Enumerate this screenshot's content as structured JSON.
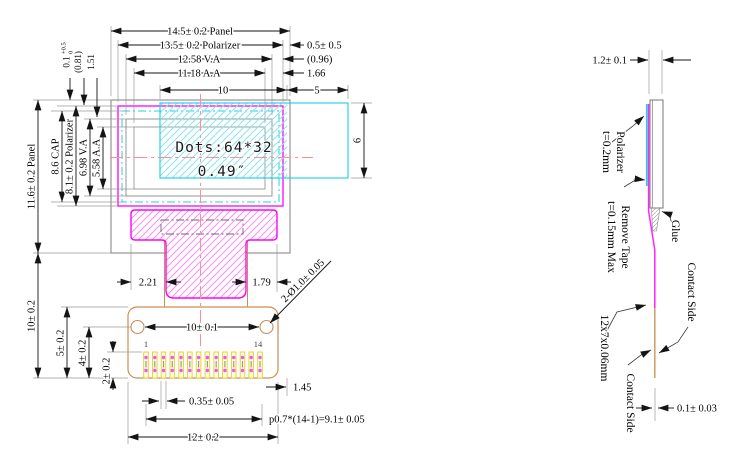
{
  "front_view": {
    "display": {
      "dots": "Dots:64*32",
      "size": "0.49″"
    },
    "top_dims": {
      "panel": "14.5± 0.2 Panel",
      "polarizer": "13.5± 0.2 Polarizer",
      "va": "12.58 V.A",
      "aa": "11.18 A.A",
      "tape_inner": "10",
      "tape_outer": "5"
    },
    "right_dims": {
      "gap1": "0.5± 0.5",
      "gap2": "(0.96)",
      "gap3": "1.66",
      "tape_height": "6"
    },
    "left_dims": {
      "panel": "11.6± 0.2 Panel",
      "cap": "8.6 CAP",
      "polarizer": "8.1± 0.2 Polarizer",
      "va": "6.98 V.A",
      "aa": "5.58 A.A",
      "tol_main": "0.1",
      "tol_sup": "+0.5",
      "tol_sub": "0",
      "ref1": "(0.81)",
      "ref2": "1.51"
    },
    "lower_left_dims": {
      "d1": "10± 0.2",
      "d2": "5± 0.2",
      "d3": "4± 0.2",
      "d4": "2± 0.2"
    },
    "fpc_dims": {
      "neck_left": "2.21",
      "neck_right": "1.79",
      "hole_span": "10± 0.1",
      "hole_note": "2-Ø1.0± 0.05",
      "pin_margin": "1.45",
      "pin_width": "0.35± 0.05",
      "pin_pitch": "p0.7*(14-1)=9.1± 0.05",
      "fpc_width": "12± 0.2"
    },
    "pins": {
      "first": "1",
      "last": "14"
    }
  },
  "side_view": {
    "thickness": "1.2± 0.1",
    "polarizer_l1": "Polarizer",
    "polarizer_l2": "t=0.2mm",
    "tape_l1": "Remove Tape",
    "tape_l2": "t=0.15mm Max",
    "glue": "Glue",
    "contact_top": "Contact Side",
    "fpc_size": "12x7x0.06mm",
    "contact_bottom": "Contact Side",
    "fpc_thickness": "0.1± 0.03"
  },
  "colors": {
    "polarizer_magenta": "#ff00ff",
    "tape_cyan": "#19cfe0",
    "fpc_tan": "#c98f55",
    "pin_yellow": "#e8cc30",
    "centerline_red": "#ff8f8f",
    "panel_gray": "#8a8a8a"
  }
}
